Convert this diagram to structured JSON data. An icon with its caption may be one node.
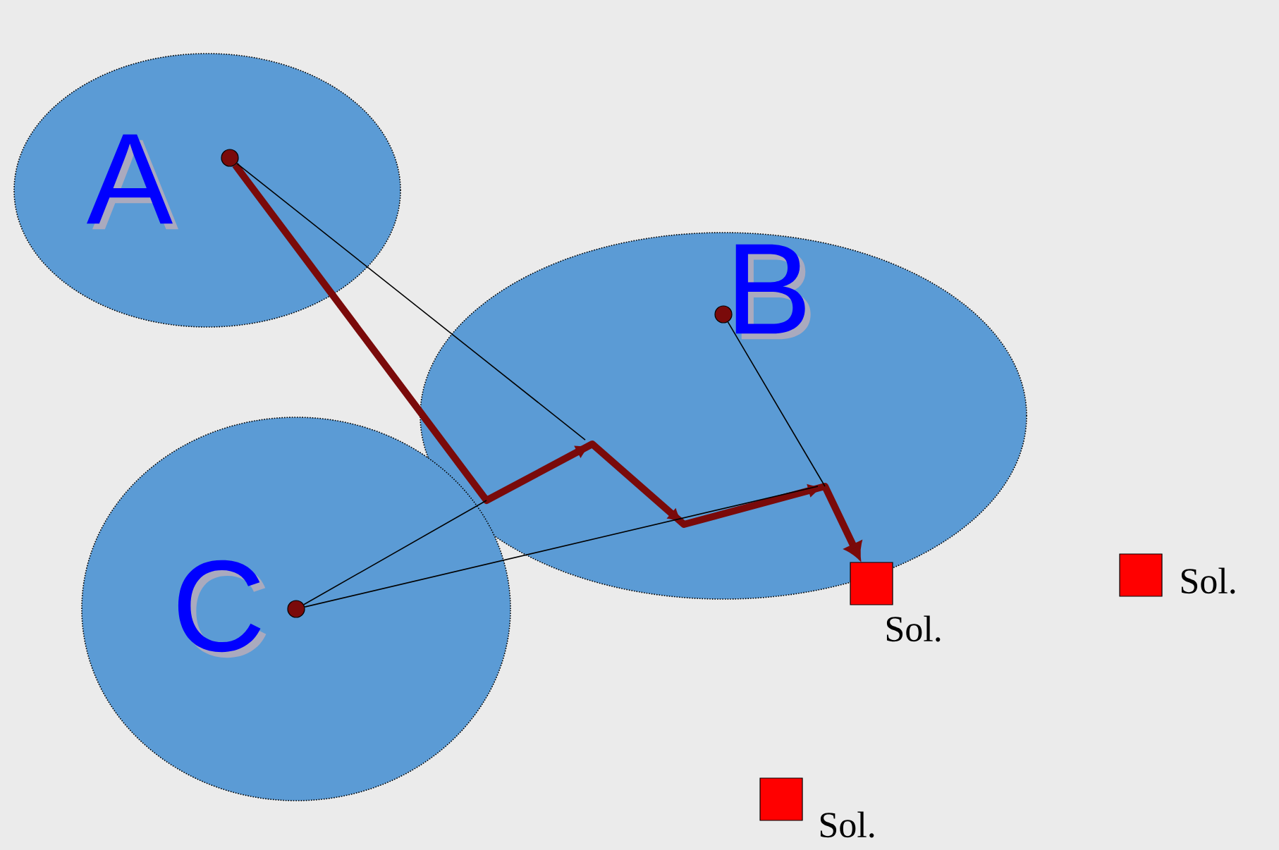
{
  "diagram": {
    "nodes": [
      {
        "text": [
          "A"
        ]
      },
      {
        "text": [
          "B"
        ]
      },
      {
        "text": [
          "C"
        ]
      },
      {
        "text": [],
        "shape": "circle",
        "in": 0
      },
      {
        "text": [],
        "shape": "circle",
        "in": 1
      },
      {
        "text": [],
        "shape": "circle",
        "in": 2
      },
      {
        "text": [],
        "shape": "box",
        "beside": [
          "Sol."
        ]
      },
      {
        "text": [],
        "shape": "box",
        "beside": [
          "Sol."
        ]
      },
      {
        "text": [],
        "shape": "box",
        "beside": [
          "Sol."
        ]
      }
    ],
    "edges": [
      {
        "from": 3,
        "to": 6,
        "arrow": "to",
        "style": "thick",
        "color": "#7a0a0a"
      },
      {
        "from": 3,
        "to": null,
        "arrow": "none"
      },
      {
        "from": 5,
        "to": null,
        "arrow": "none"
      },
      {
        "from": 5,
        "to": null,
        "arrow": "none"
      },
      {
        "from": 4,
        "to": null,
        "arrow": "none"
      }
    ]
  }
}
